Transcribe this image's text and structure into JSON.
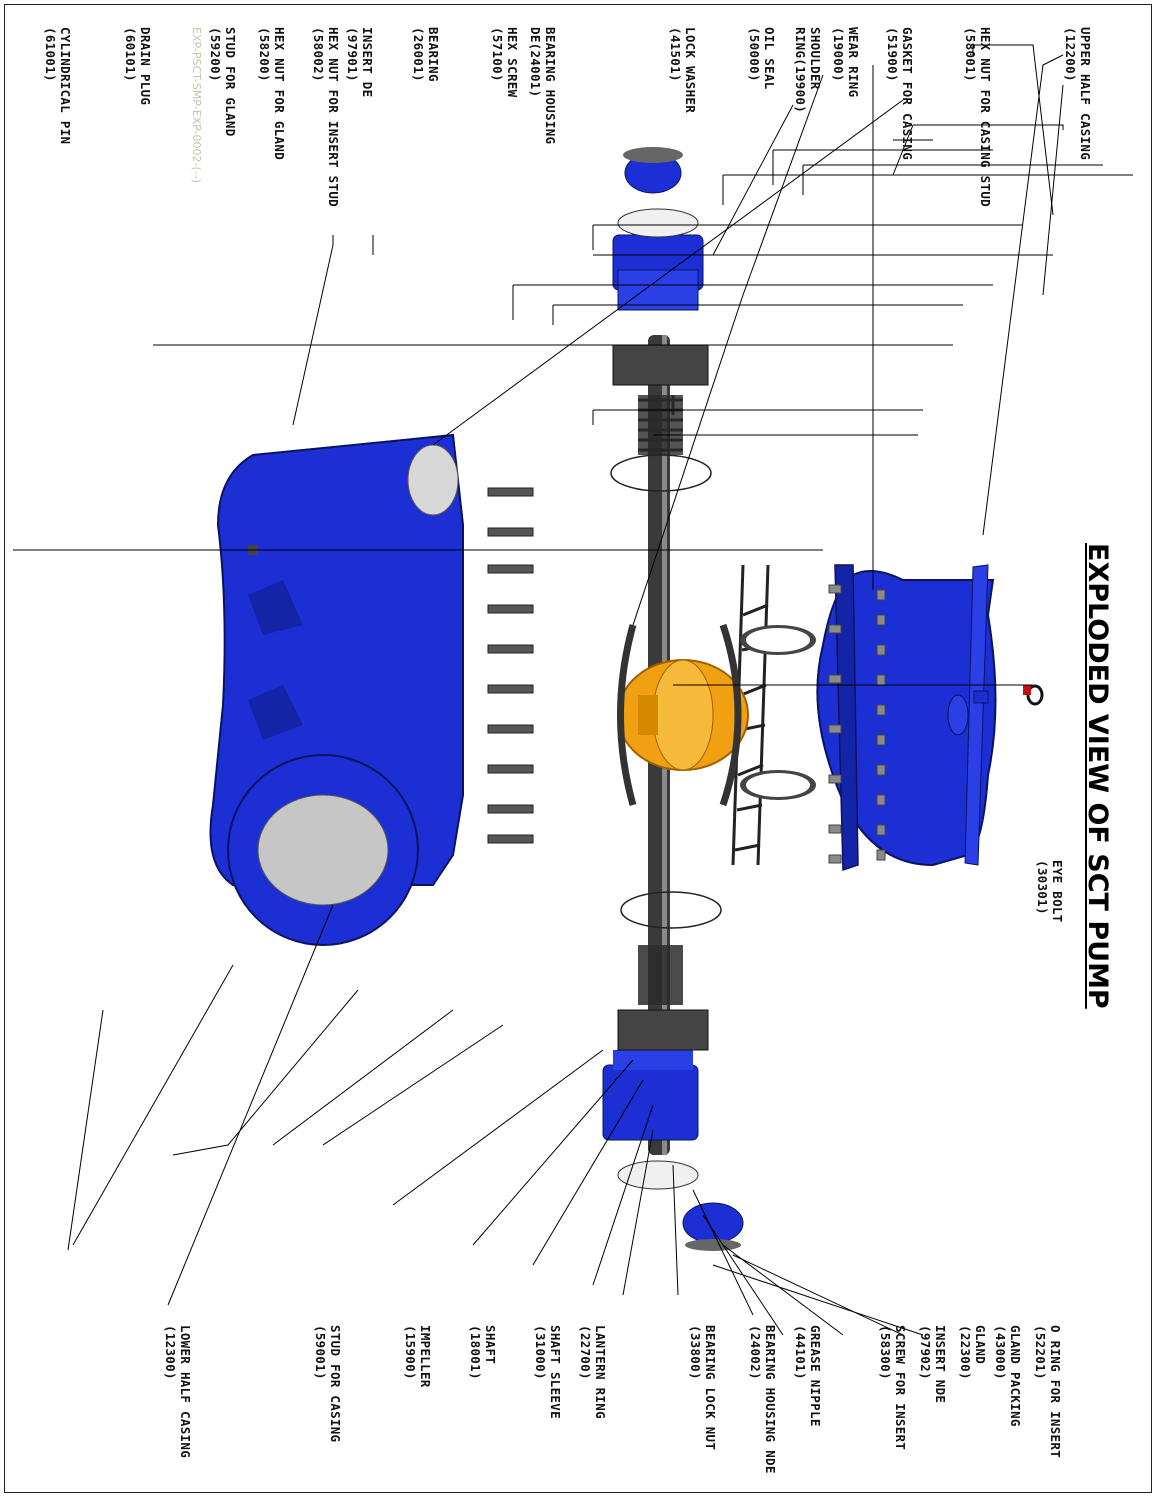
{
  "title": "EXPLODED VIEW OF SCT PUMP",
  "watermark": "EXP-PSCT-SMP-EXP-0002-(--)",
  "colors": {
    "casing": "#1c2fd4",
    "impeller": "#f0a010",
    "shaft": "#3a3a3a",
    "line": "#000000"
  },
  "labels": {
    "upper_half_casing": {
      "name": "UPPER HALF CASING",
      "code": "(12200)"
    },
    "hex_nut_casing_stud": {
      "name": "HEX NUT FOR CASING STUD",
      "code": "(58001)"
    },
    "gasket_for_casing": {
      "name": "GASKET FOR CASING",
      "code": "(51900)"
    },
    "wear_ring": {
      "name": "WEAR RING",
      "code": "(19000)"
    },
    "shoulder_ring": {
      "name": "SHOULDER",
      "code": "RING(19900)"
    },
    "oil_seal": {
      "name": "OIL SEAL",
      "code": "(50000)"
    },
    "lock_washer": {
      "name": "LOCK WASHER",
      "code": "(41501)"
    },
    "bearing_housing_de": {
      "name": "BEARING HOUSING",
      "code": "DE(24001)"
    },
    "hex_screw": {
      "name": "HEX SCREW",
      "code": "(57100)"
    },
    "bearing": {
      "name": "BEARING",
      "code": "(26001)"
    },
    "insert_de": {
      "name": "INSERT DE",
      "code": "(97901)"
    },
    "hex_nut_insert_stud": {
      "name": "HEX NUT FOR INSERT STUD",
      "code": "(58002)"
    },
    "hex_nut_gland": {
      "name": "HEX NUT FOR GLAND",
      "code": "(58200)"
    },
    "stud_for_gland": {
      "name": "STUD FOR GLAND",
      "code": "(59200)"
    },
    "drain_plug": {
      "name": "DRAIN PLUG",
      "code": "(60101)"
    },
    "cylindrical_pin": {
      "name": "CYLINDRICAL PIN",
      "code": "(61001)"
    },
    "eye_bolt": {
      "name": "EYE BOLT",
      "code": "(30301)"
    },
    "o_ring_insert": {
      "name": "O RING FOR INSERT",
      "code": "(52201)"
    },
    "gland_packing": {
      "name": "GLAND PACKING",
      "code": "(43000)"
    },
    "gland": {
      "name": "GLAND",
      "code": "(22300)"
    },
    "insert_nde": {
      "name": "INSERT NDE",
      "code": "(97902)"
    },
    "screw_for_insert": {
      "name": "SCREW FOR INSERT",
      "code": "(58300)"
    },
    "grease_nipple": {
      "name": "GREASE NIPPLE",
      "code": "(44101)"
    },
    "bearing_housing_nde": {
      "name": "BEARING HOUSING NDE",
      "code": "(24002)"
    },
    "bearing_lock_nut": {
      "name": "BEARING LOCK NUT",
      "code": "(33800)"
    },
    "lantern_ring": {
      "name": "LANTERN RING",
      "code": "(22700)"
    },
    "shaft_sleeve": {
      "name": "SHAFT SLEEVE",
      "code": "(31000)"
    },
    "shaft": {
      "name": "SHAFT",
      "code": "(18001)"
    },
    "impeller": {
      "name": "IMPELLER",
      "code": "(15900)"
    },
    "stud_for_casing": {
      "name": "STUD FOR CASING",
      "code": "(59001)"
    },
    "lower_half_casing": {
      "name": "LOWER HALF CASING",
      "code": "(12300)"
    }
  }
}
